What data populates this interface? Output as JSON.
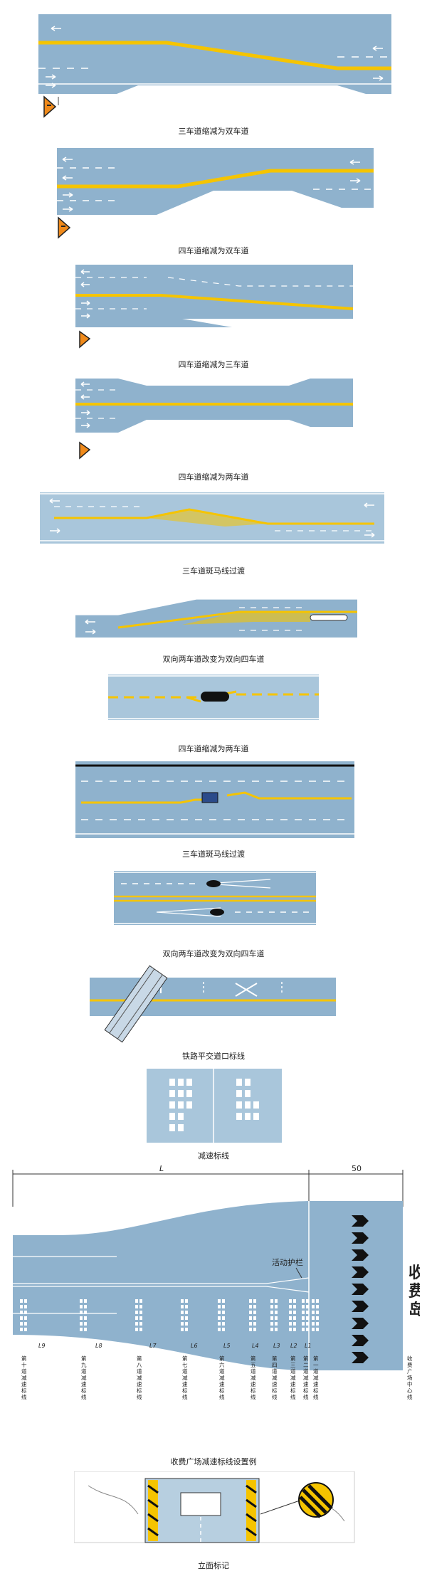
{
  "captions": {
    "d1": "三车道缩减为双车道",
    "d2": "四车道缩减为双车道",
    "d3": "四车道缩减为三车道",
    "d4": "四车道缩减为两车道",
    "d5": "三车道斑马线过渡",
    "d6": "双向两车道改变为双向四车道",
    "d7": "四车道缩减为两车道",
    "d8": "三车道斑马线过渡",
    "d9": "双向两车道改变为双向四车道",
    "d10": "铁路平交道口标线",
    "d11": "减速标线",
    "d12": "收费广场减速标线设置例",
    "d13": "立面标记"
  },
  "toll": {
    "dim_L": "L",
    "dim_50": "50",
    "barrier_label": "活动护栏",
    "island_label": "收费岛",
    "seg_labels": [
      "L9",
      "L8",
      "L7",
      "L6",
      "L5",
      "L4",
      "L3",
      "L2",
      "L1"
    ],
    "line_labels": [
      "第十道减速标线",
      "第九道减速标线",
      "第八道减速标线",
      "第七道减速标线",
      "第六道减速标线",
      "第五道减速标线",
      "第四道减速标线",
      "第三道减速标线",
      "第二道减速标线",
      "第一道减速标线",
      "收费广场中心线"
    ]
  },
  "colors": {
    "road": "#8fb2cd",
    "road_light": "#a9c6db",
    "yellow": "#f5c400",
    "white": "#ffffff",
    "sign_orange": "#f08a1a",
    "black": "#111111"
  }
}
